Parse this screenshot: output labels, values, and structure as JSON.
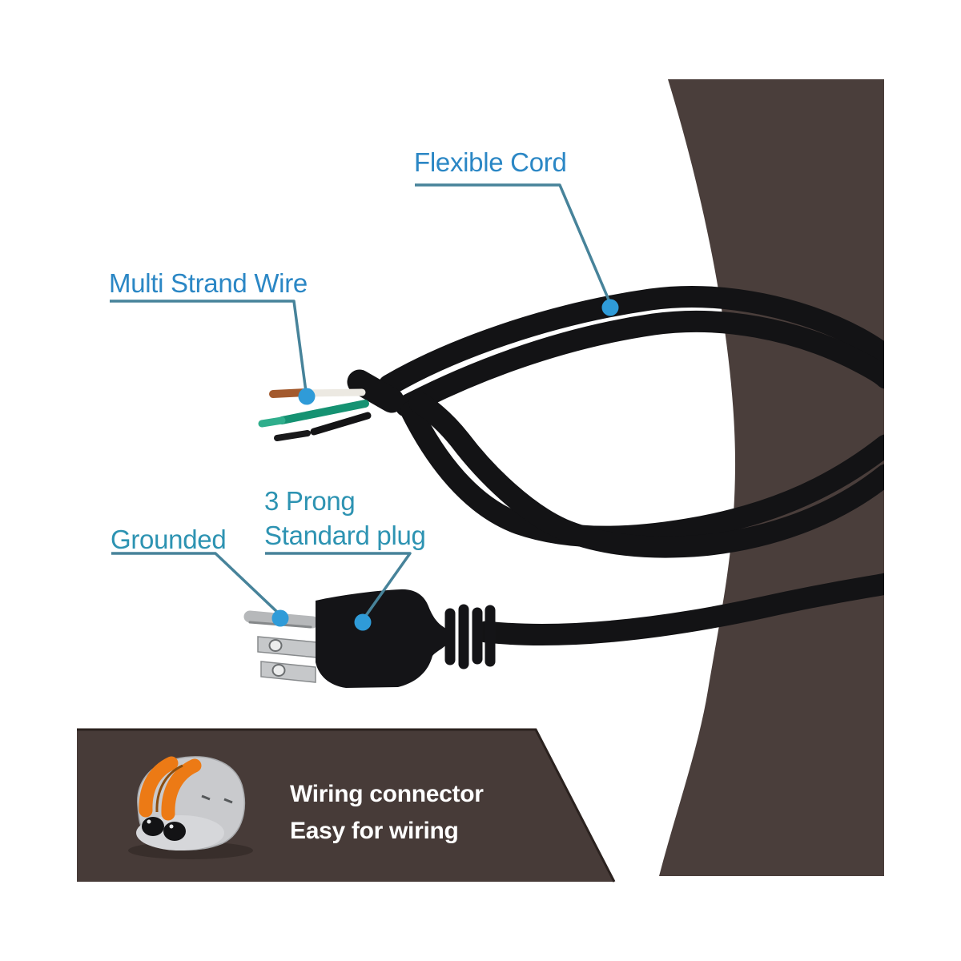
{
  "image": {
    "kind": "annotated product photo",
    "subject": "3-prong power cord with stripped wire ends and wiring connector"
  },
  "callouts": {
    "flexible_cord": "Flexible Cord",
    "multi_strand_wire": "Multi Strand Wire",
    "grounded": "Grounded",
    "three_prong_line1": "3 Prong",
    "three_prong_line2": "Standard plug"
  },
  "info_panel": {
    "line1": "Wiring connector",
    "line2": "Easy for wiring"
  },
  "colors": {
    "backdrop_brown": "#4a3e3b",
    "panel_brown": "#473b38",
    "panel_edge": "#2b221f",
    "cable_black": "#131315",
    "leader_line_teal": "#47839a",
    "callout_dot_blue": "#2f9bd8",
    "label_blue": "#2b87c5",
    "label_teal": "#2d93b2",
    "connector_orange": "#ec7a15",
    "connector_gray": "#c9cacd",
    "prong_silver": "#c6c8ca",
    "wire_white": "#ece9e2",
    "wire_green": "#159272",
    "wire_copper": "#a35a2e",
    "panel_text_white": "#ffffff"
  }
}
